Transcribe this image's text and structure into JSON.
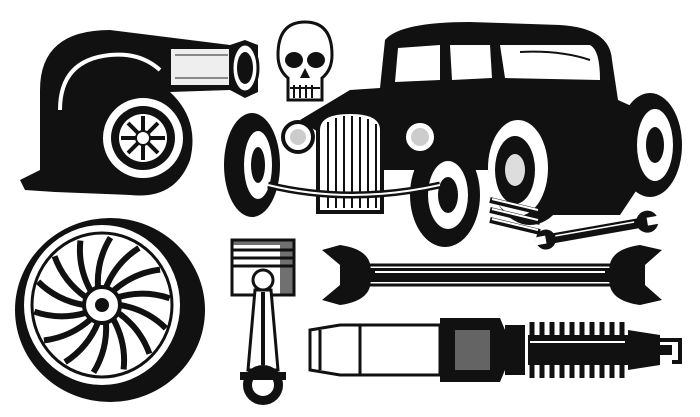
{
  "colors": {
    "ink": "#111111",
    "paper": "#ffffff",
    "mid": "#555555",
    "light": "#bbbbbb"
  },
  "illustrations": [
    {
      "name": "turbocharger"
    },
    {
      "name": "skull"
    },
    {
      "name": "hot-rod-car"
    },
    {
      "name": "small-wrench"
    },
    {
      "name": "wheel-rim"
    },
    {
      "name": "piston"
    },
    {
      "name": "large-wrench"
    },
    {
      "name": "spark-plug"
    }
  ]
}
